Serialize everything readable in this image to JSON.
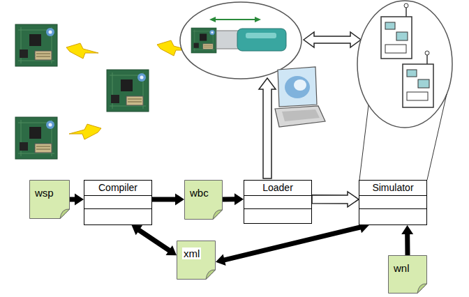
{
  "diagram": {
    "nodes": [
      {
        "text": [
          "wsp"
        ]
      },
      {
        "text": [
          "Compiler"
        ]
      },
      {
        "text": [
          "wbc"
        ]
      },
      {
        "text": [
          "Loader"
        ]
      },
      {
        "text": [
          "Simulator"
        ]
      },
      {
        "text": [
          "xml"
        ]
      },
      {
        "text": [
          "wnl"
        ]
      }
    ],
    "edges": [
      {
        "from": 0,
        "to": 1,
        "arrow": "to"
      },
      {
        "from": 1,
        "to": 2,
        "arrow": "to"
      },
      {
        "from": 2,
        "to": 3,
        "arrow": "to"
      },
      {
        "from": 3,
        "to": 4,
        "arrow": "to"
      },
      {
        "from": 1,
        "to": 5,
        "arrow": "both"
      },
      {
        "from": 5,
        "to": 4,
        "arrow": "both"
      },
      {
        "from": 6,
        "to": 4,
        "arrow": "to"
      }
    ]
  }
}
